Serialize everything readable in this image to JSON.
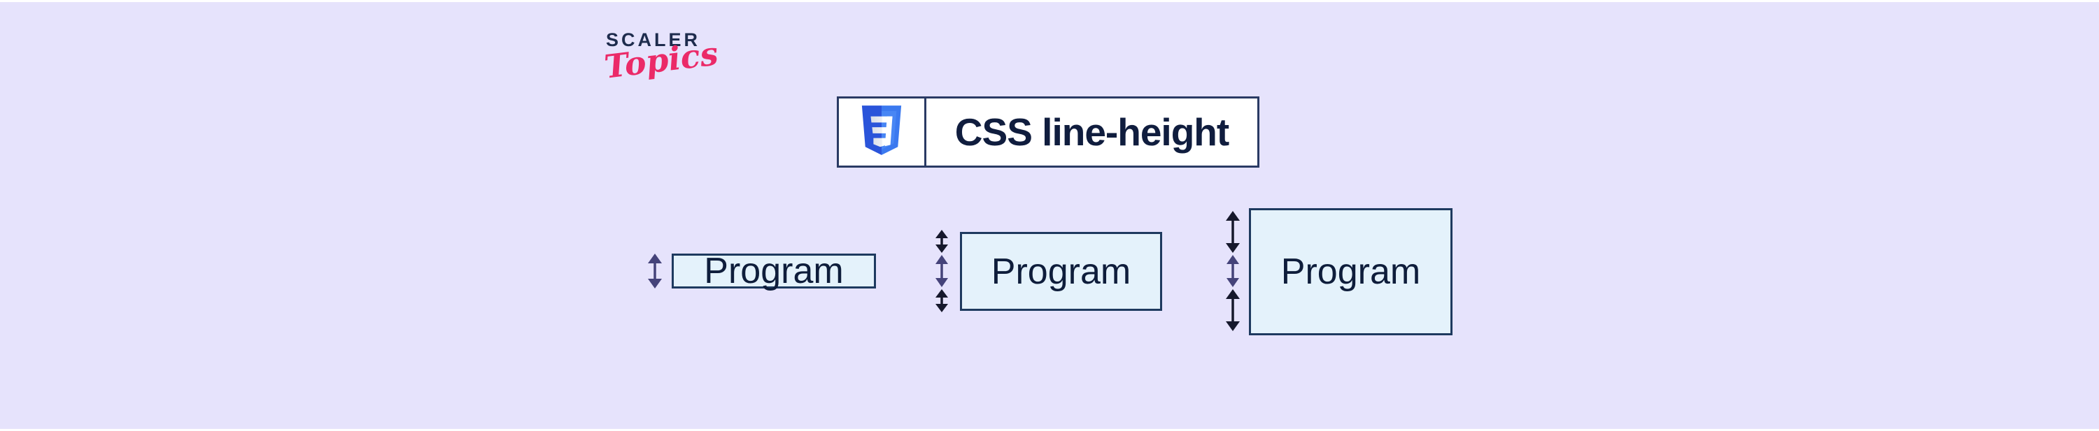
{
  "page": {
    "background_color": "#e6e3fc",
    "edge_strip_color": "#ffffff"
  },
  "logo": {
    "brand": "SCALER",
    "script": "Topics",
    "brand_color": "#1e2c4d",
    "script_color": "#eb2a68"
  },
  "title": {
    "text": "CSS line-height",
    "icon": "css3-shield-logo",
    "text_color": "#101d3e",
    "box_background": "#ffffff",
    "box_border_color": "#2a3a64",
    "css_logo_colors": {
      "dark_blue": "#2a54da",
      "light_blue": "#3b79ef",
      "glyph": "#ffffff"
    }
  },
  "diagram": {
    "description_colors": {
      "box_fill": "#e4f2fb",
      "box_border": "#1e3a5f",
      "label_color": "#0e1d3b",
      "arrow_space_color": "#16182c",
      "arrow_content_color": "#45437a"
    },
    "boxes": [
      {
        "label": "Program",
        "line_height": "small",
        "arrows": [
          {
            "type": "content-height"
          }
        ]
      },
      {
        "label": "Program",
        "line_height": "medium",
        "arrows": [
          {
            "type": "extra-space"
          },
          {
            "type": "content-height"
          },
          {
            "type": "extra-space"
          }
        ]
      },
      {
        "label": "Program",
        "line_height": "large",
        "arrows": [
          {
            "type": "extra-space"
          },
          {
            "type": "content-height"
          },
          {
            "type": "extra-space"
          }
        ]
      }
    ]
  }
}
